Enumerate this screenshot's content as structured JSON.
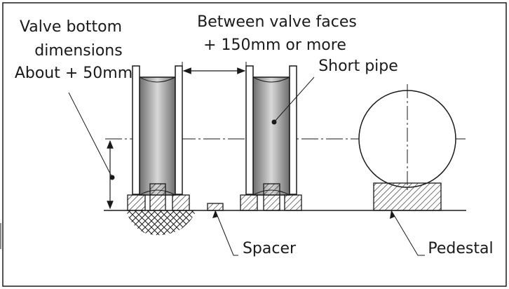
{
  "labels": {
    "valve_bottom_line1": "Valve bottom",
    "valve_bottom_line2": "dimensions",
    "valve_bottom_line3": "About + 50mm",
    "between_faces_line1": "Between valve faces",
    "between_faces_line2": "+ 150mm or more",
    "short_pipe": "Short pipe",
    "spacer": "Spacer",
    "pedestal": "Pedestal"
  }
}
